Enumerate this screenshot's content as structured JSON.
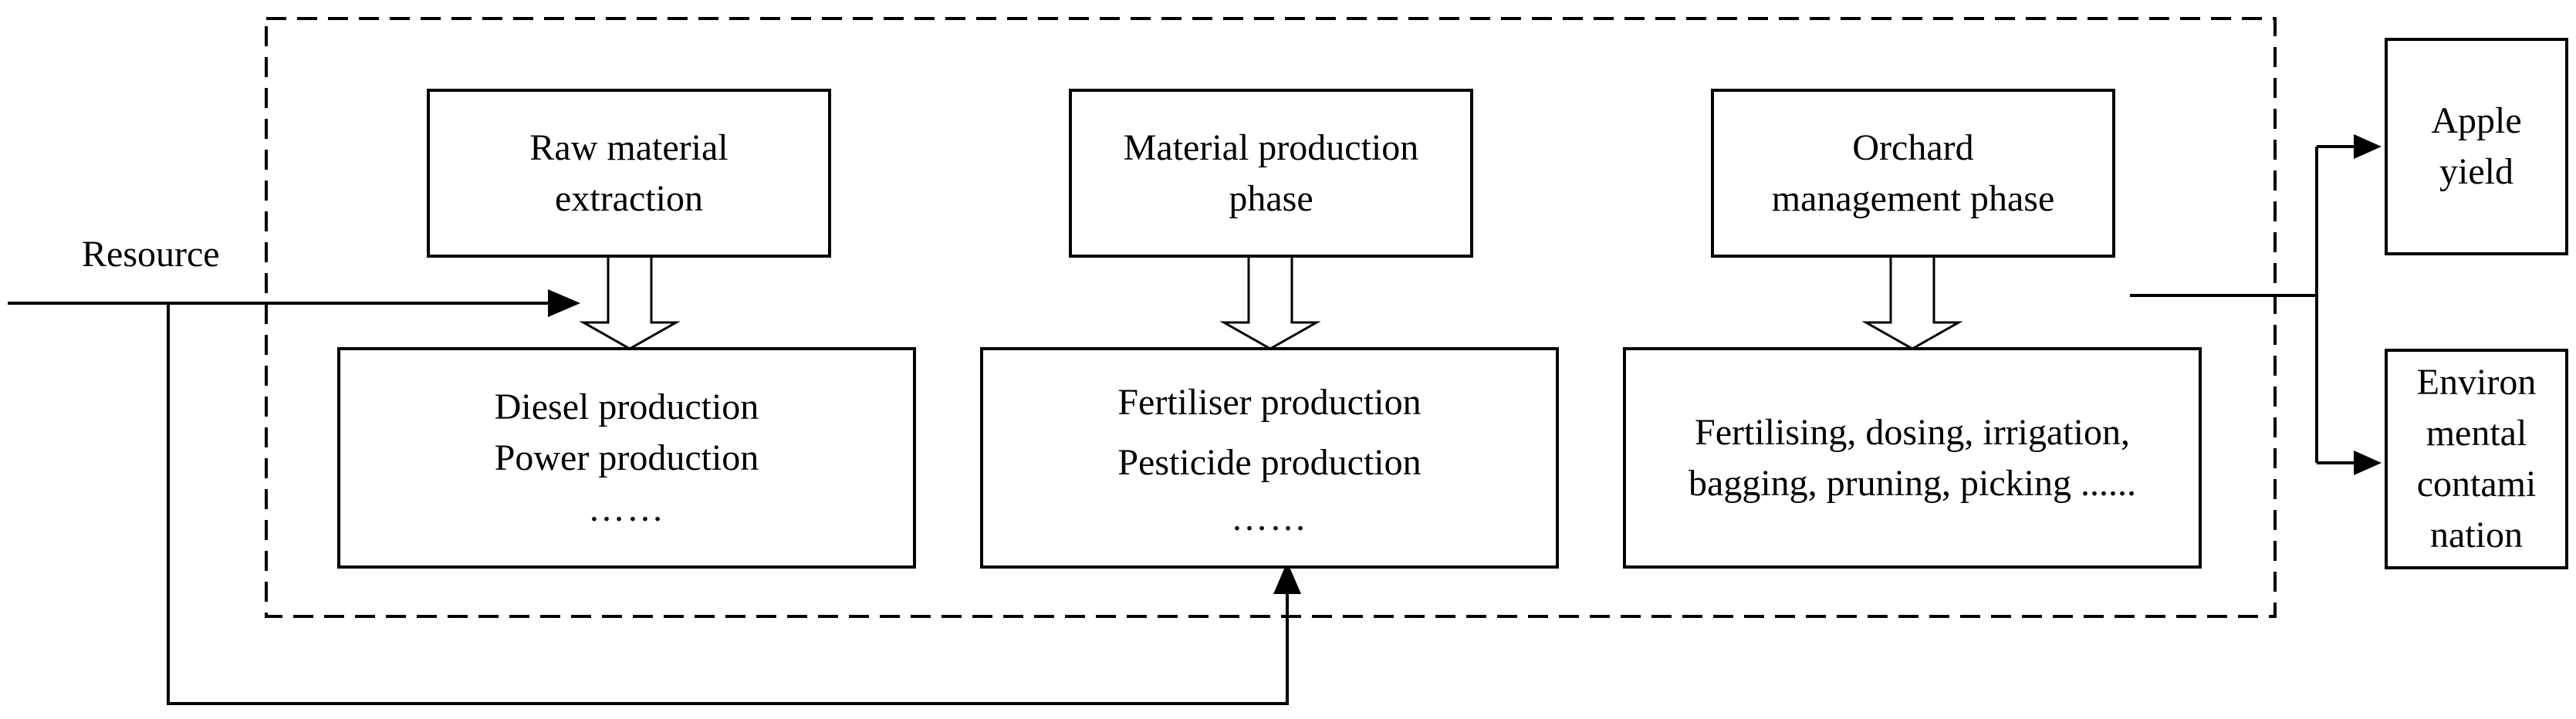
{
  "input_label": "Resource",
  "phases": [
    {
      "title_lines": [
        "Raw material",
        "extraction"
      ],
      "detail_lines": [
        "Diesel production",
        "Power production",
        "……"
      ]
    },
    {
      "title_lines": [
        "Material production",
        "phase"
      ],
      "detail_lines": [
        "Fertiliser production",
        "Pesticide production",
        "……"
      ]
    },
    {
      "title_lines": [
        "Orchard",
        "management phase"
      ],
      "detail_lines": [
        "Fertilising, dosing, irrigation,",
        "bagging, pruning, picking ......"
      ]
    }
  ],
  "outputs": [
    {
      "lines": [
        "Apple",
        "yield"
      ]
    },
    {
      "lines": [
        "Environ",
        "mental",
        "contami",
        "nation"
      ]
    }
  ]
}
